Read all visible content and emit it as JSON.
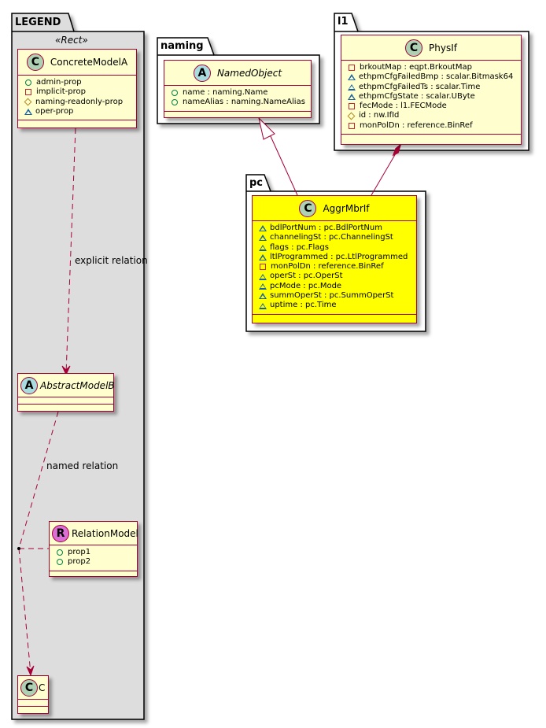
{
  "packages": {
    "legend": {
      "title": "LEGEND",
      "stereotype": "«Rect»"
    },
    "naming": {
      "title": "naming"
    },
    "l1": {
      "title": "l1"
    },
    "pc": {
      "title": "pc"
    }
  },
  "classes": {
    "concrete_model_a": {
      "badge": "C",
      "name": "ConcreteModelA",
      "attrs": [
        {
          "vis": "public",
          "text": "admin-prop"
        },
        {
          "vis": "private",
          "text": "implicit-prop"
        },
        {
          "vis": "protected",
          "text": "naming-readonly-prop"
        },
        {
          "vis": "package",
          "text": "oper-prop"
        }
      ]
    },
    "abstract_model_b": {
      "badge": "A",
      "name": "AbstractModelB"
    },
    "relation_model": {
      "badge": "R",
      "name": "RelationModel",
      "attrs": [
        {
          "vis": "public",
          "text": "prop1"
        },
        {
          "vis": "public",
          "text": "prop2"
        }
      ]
    },
    "c": {
      "badge": "C",
      "name": "C"
    },
    "named_object": {
      "badge": "A",
      "name": "NamedObject",
      "attrs": [
        {
          "vis": "public",
          "text": "name : naming.Name"
        },
        {
          "vis": "public",
          "text": "nameAlias : naming.NameAlias"
        }
      ]
    },
    "phys_if": {
      "badge": "C",
      "name": "PhysIf",
      "attrs": [
        {
          "vis": "private",
          "text": "brkoutMap : eqpt.BrkoutMap"
        },
        {
          "vis": "package",
          "text": "ethpmCfgFailedBmp : scalar.Bitmask64"
        },
        {
          "vis": "package",
          "text": "ethpmCfgFailedTs : scalar.Time"
        },
        {
          "vis": "package",
          "text": "ethpmCfgState : scalar.UByte"
        },
        {
          "vis": "private",
          "text": "fecMode : l1.FECMode"
        },
        {
          "vis": "protected",
          "text": "id : nw.IfId"
        },
        {
          "vis": "private",
          "text": "monPolDn : reference.BinRef"
        }
      ]
    },
    "aggr_mbr_if": {
      "badge": "C",
      "name": "AggrMbrIf",
      "attrs": [
        {
          "vis": "package",
          "text": "bdlPortNum : pc.BdlPortNum"
        },
        {
          "vis": "package",
          "text": "channelingSt : pc.ChannelingSt"
        },
        {
          "vis": "package",
          "text": "flags : pc.Flags"
        },
        {
          "vis": "package",
          "text": "ltlProgrammed : pc.LtlProgrammed"
        },
        {
          "vis": "private",
          "text": "monPolDn : reference.BinRef"
        },
        {
          "vis": "package",
          "text": "operSt : pc.OperSt"
        },
        {
          "vis": "package",
          "text": "pcMode : pc.Mode"
        },
        {
          "vis": "package",
          "text": "summOperSt : pc.SummOperSt"
        },
        {
          "vis": "package",
          "text": "uptime : pc.Time"
        }
      ]
    }
  },
  "relations": {
    "explicit": "explicit relation",
    "named": "named relation"
  },
  "colors": {
    "border": "#a80036",
    "class_fill": "#fefece",
    "highlight_fill": "#ffff00",
    "legend_fill": "#dddddd"
  }
}
